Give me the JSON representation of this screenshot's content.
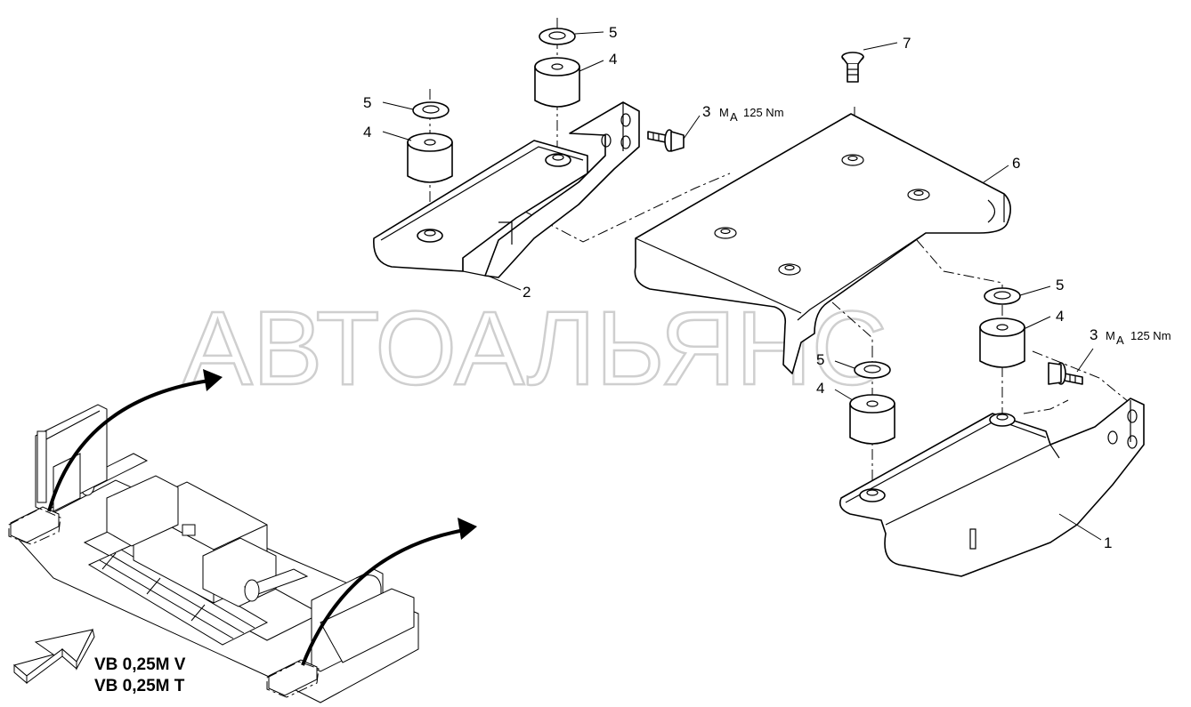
{
  "watermark": "АВТОАЛЬЯНС",
  "callouts": {
    "c1": "1",
    "c2": "2",
    "c3a": "3",
    "c3b": "3",
    "c4a": "4",
    "c4b": "4",
    "c4c": "4",
    "c4d": "4",
    "c5a": "5",
    "c5b": "5",
    "c5c": "5",
    "c5d": "5",
    "c6": "6",
    "c7": "7"
  },
  "torque": {
    "symbol": "M",
    "subscript": "A",
    "value": "125 Nm"
  },
  "models": [
    "VB 0,25M V",
    "VB 0,25M T"
  ]
}
